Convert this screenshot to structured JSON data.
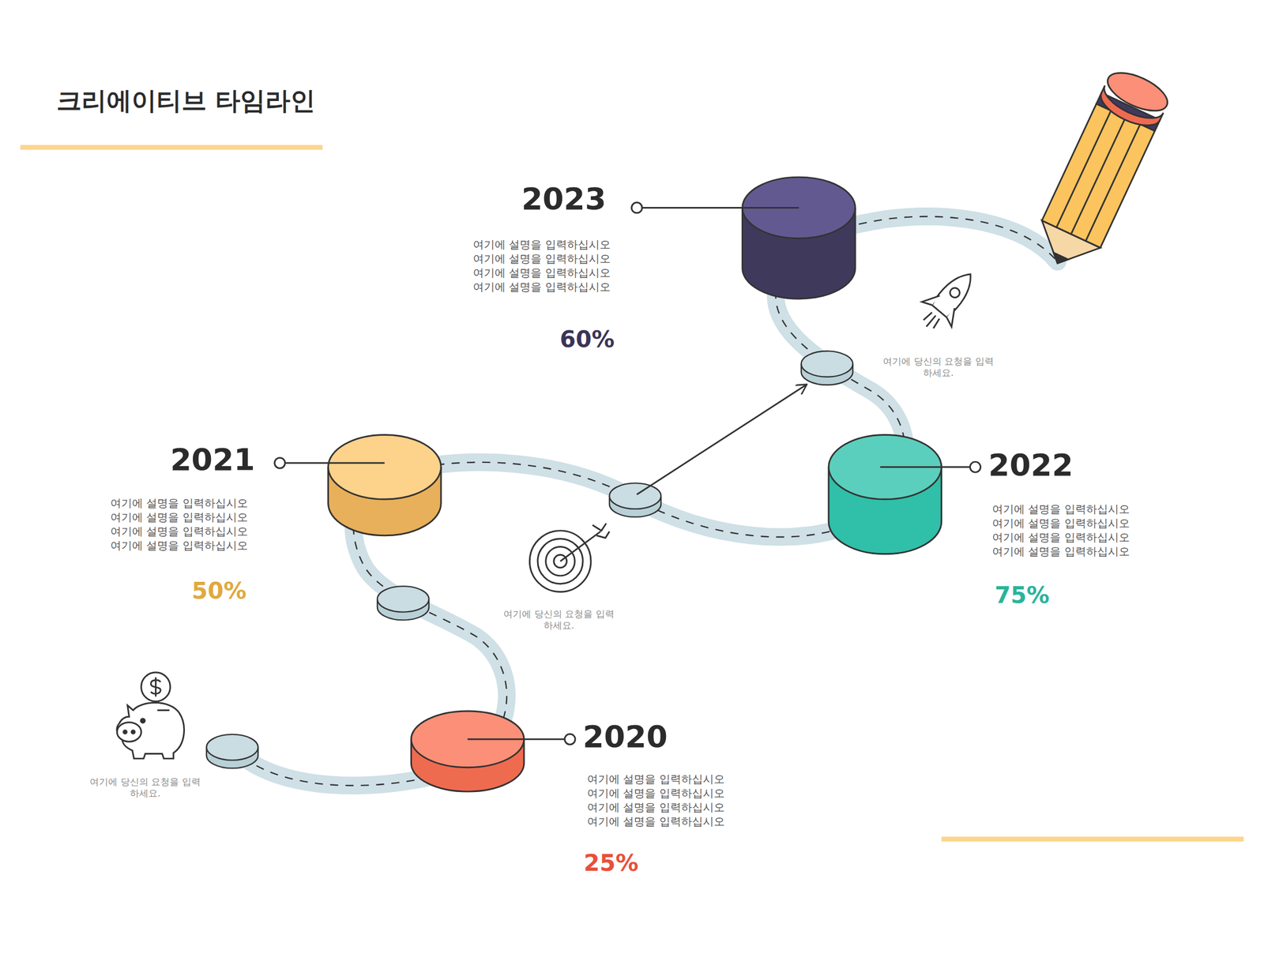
{
  "diagram": {
    "title": "크리에이티브 타임라인",
    "labels": [
      "2023",
      "여기에 설명을 입력하십시오 여기에 설명을 입력하십시오 여기에 설명을 입력하십시오 여기에 설명을 입력하십시오",
      "60%",
      "여기에 당신의 요청을 입력하세요.",
      "2021",
      "여기에 설명을 입력하십시오 여기에 설명을 입력하십시오 여기에 설명을 입력하십시오 여기에 설명을 입력하십시오",
      "50%",
      "2022",
      "여기에 설명을 입력하십시오 여기에 설명을 입력하십시오 여기에 설명을 입력하십시오 여기에 설명을 입력하십시오",
      "75%",
      "여기에 당신의 요청을 입력하세요.",
      "여기에 당신의 요청을 입력하세요.",
      "2020",
      "여기에 설명을 입력하십시오 여기에 설명을 입력하십시오 여기에 설명을 입력하십시오 여기에 설명을 입력하십시오",
      "25%"
    ]
  }
}
